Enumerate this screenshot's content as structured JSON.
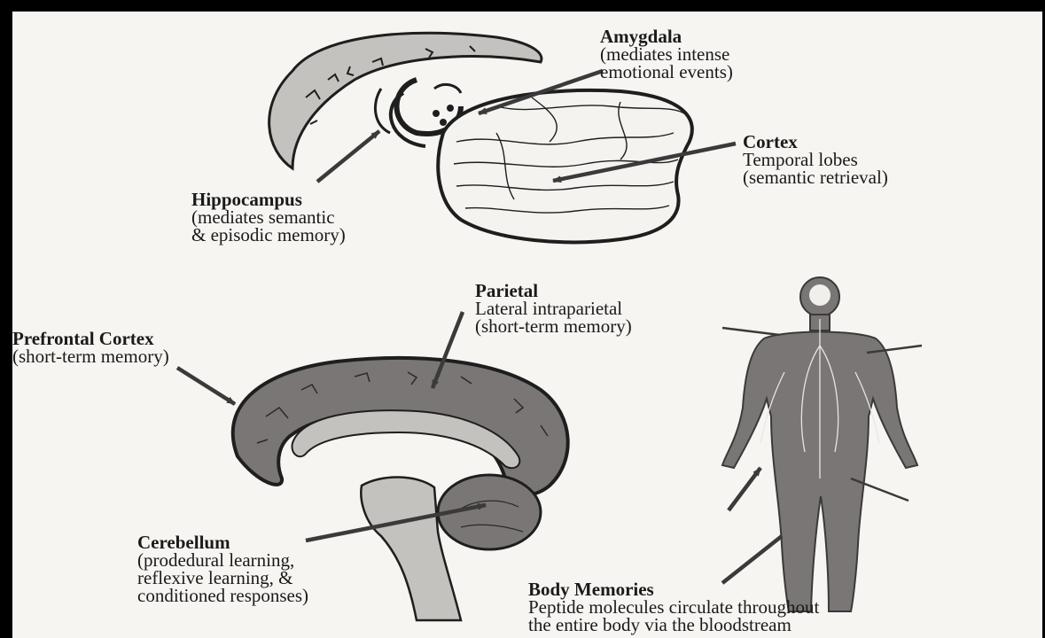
{
  "labels": {
    "amygdala": {
      "title": "Amygdala",
      "lines": [
        "(mediates intense",
        "emotional events)"
      ]
    },
    "cortex": {
      "title": "Cortex",
      "lines": [
        "Temporal lobes",
        "(semantic retrieval)"
      ]
    },
    "hippocampus": {
      "title": "Hippocampus",
      "lines": [
        "(mediates semantic",
        "& episodic memory)"
      ]
    },
    "parietal": {
      "title": "Parietal",
      "lines": [
        "Lateral intraparietal",
        "(short-term memory)"
      ]
    },
    "prefrontal": {
      "title": "Prefrontal Cortex",
      "lines": [
        "(short-term memory)"
      ]
    },
    "cerebellum": {
      "title": "Cerebellum",
      "lines": [
        "(prodedural learning,",
        "reflexive learning, &",
        "conditioned responses)"
      ]
    },
    "body_memories": {
      "title": "Body Memories",
      "lines": [
        "Peptide molecules circulate throughout",
        "the entire body via the bloodstream"
      ]
    }
  },
  "colors": {
    "brain_fill": "#7a7675",
    "light_fill": "#c4c2bf",
    "line": "#1e1e1e",
    "paper": "#f6f5f2"
  }
}
